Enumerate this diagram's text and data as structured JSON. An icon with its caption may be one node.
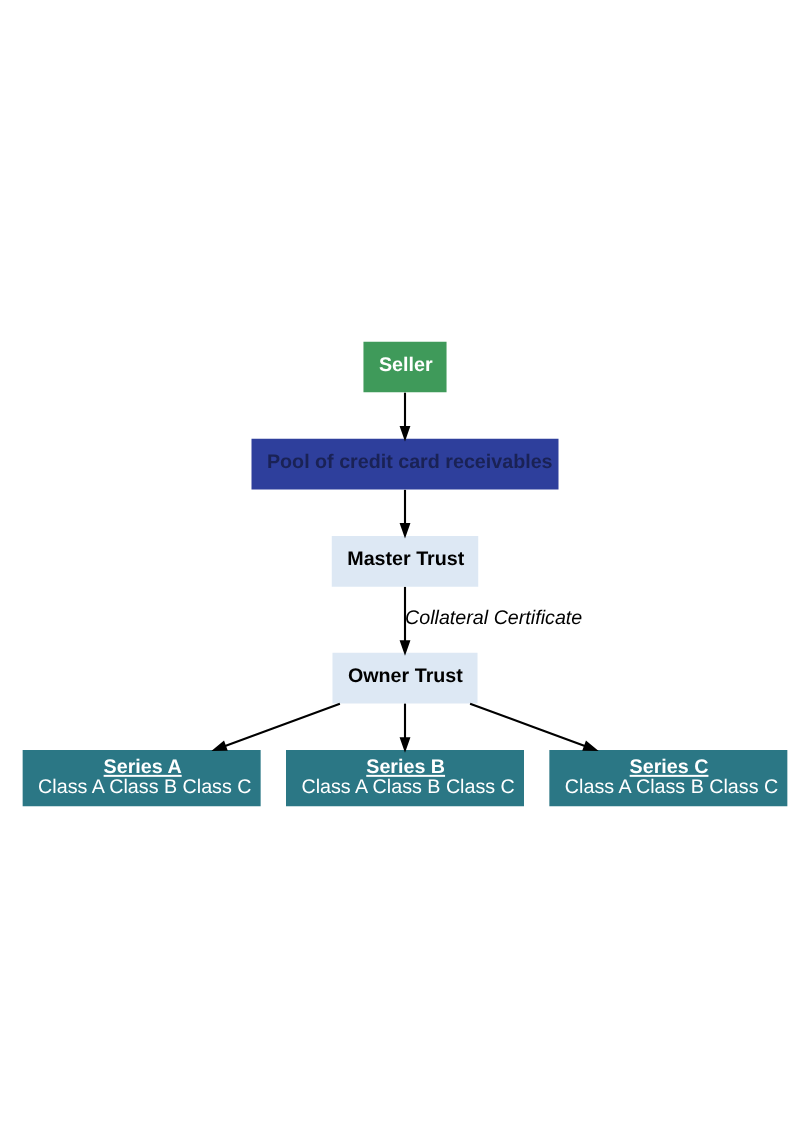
{
  "diagram": {
    "nodes": [
      {
        "text": [
          "Seller"
        ]
      },
      {
        "text": [
          "Pool of credit card receivables"
        ]
      },
      {
        "text": [
          "Master Trust"
        ]
      },
      {
        "text": [
          "Owner Trust"
        ]
      },
      {
        "text": [
          "Series A",
          "Class A Class B Class C"
        ]
      },
      {
        "text": [
          "Series B",
          "Class A Class B Class C"
        ]
      },
      {
        "text": [
          "Series C",
          "Class A Class B Class C"
        ]
      }
    ],
    "edges": [
      {
        "from": 0,
        "to": 1,
        "arrow": "to"
      },
      {
        "from": 1,
        "to": 2,
        "arrow": "to"
      },
      {
        "from": 2,
        "to": 3,
        "arrow": "to",
        "label": "Collateral Certificate"
      },
      {
        "from": 3,
        "to": 4,
        "arrow": "to"
      },
      {
        "from": 3,
        "to": 5,
        "arrow": "to"
      },
      {
        "from": 3,
        "to": 6,
        "arrow": "to"
      }
    ]
  }
}
